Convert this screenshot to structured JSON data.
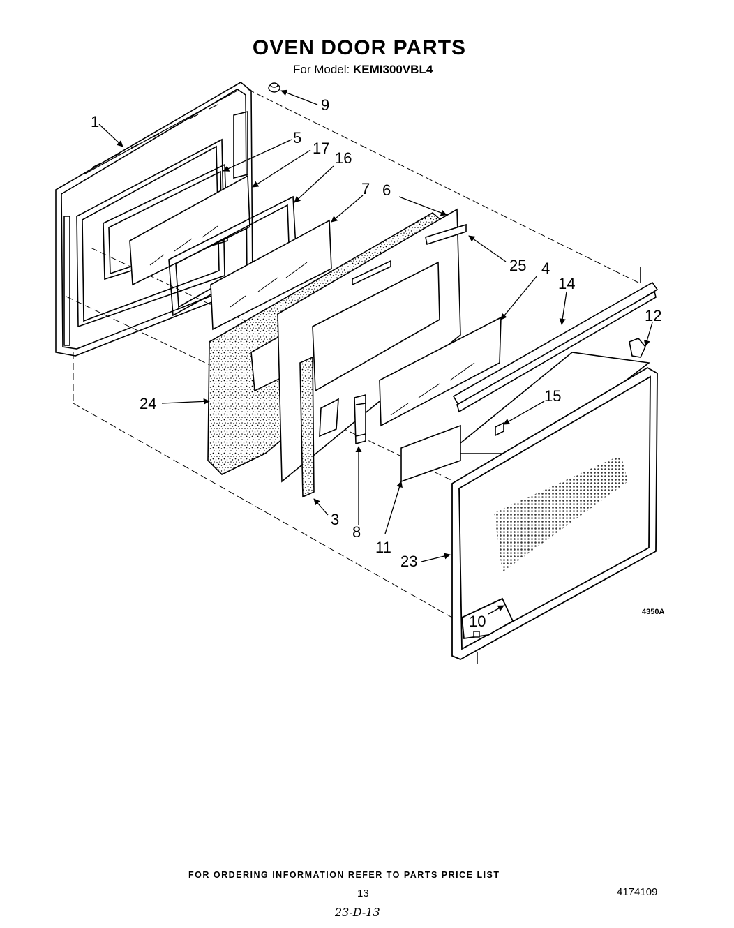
{
  "title": "OVEN DOOR PARTS",
  "subtitle": {
    "prefix": "For Model:",
    "model": "KEMI300VBL4"
  },
  "callouts": [
    {
      "id": "1",
      "label": "1"
    },
    {
      "id": "9",
      "label": "9"
    },
    {
      "id": "5",
      "label": "5"
    },
    {
      "id": "17",
      "label": "17"
    },
    {
      "id": "16",
      "label": "16"
    },
    {
      "id": "7",
      "label": "7"
    },
    {
      "id": "6",
      "label": "6"
    },
    {
      "id": "25",
      "label": "25"
    },
    {
      "id": "4",
      "label": "4"
    },
    {
      "id": "14",
      "label": "14"
    },
    {
      "id": "12",
      "label": "12"
    },
    {
      "id": "15",
      "label": "15"
    },
    {
      "id": "24",
      "label": "24"
    },
    {
      "id": "3",
      "label": "3"
    },
    {
      "id": "8",
      "label": "8"
    },
    {
      "id": "11",
      "label": "11"
    },
    {
      "id": "23",
      "label": "23"
    },
    {
      "id": "10",
      "label": "10"
    }
  ],
  "figure_number": "4350A",
  "footer": "FOR ORDERING INFORMATION REFER TO PARTS PRICE LIST",
  "page_number": "13",
  "document_number": "4174109",
  "handwritten_note": "23-D-13"
}
